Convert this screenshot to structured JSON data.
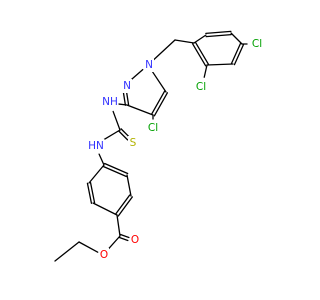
{
  "colors": {
    "bond": "#000000",
    "N": "#3333ff",
    "O": "#ff0000",
    "S": "#b2b200",
    "Cl": "#00a000"
  },
  "atoms": [
    {
      "id": "N1",
      "label": "N",
      "element": "N"
    },
    {
      "id": "N2",
      "label": "N",
      "element": "N"
    },
    {
      "id": "Cl1",
      "label": "Cl",
      "element": "Cl"
    },
    {
      "id": "Cl2",
      "label": "Cl",
      "element": "Cl"
    },
    {
      "id": "Cl3",
      "label": "Cl",
      "element": "Cl"
    },
    {
      "id": "NH1",
      "label": "NH",
      "element": "N"
    },
    {
      "id": "HN2",
      "label": "HN",
      "element": "N"
    },
    {
      "id": "S1",
      "label": "S",
      "element": "S"
    },
    {
      "id": "O1",
      "label": "O",
      "element": "O"
    },
    {
      "id": "O2",
      "label": "O",
      "element": "O"
    }
  ]
}
